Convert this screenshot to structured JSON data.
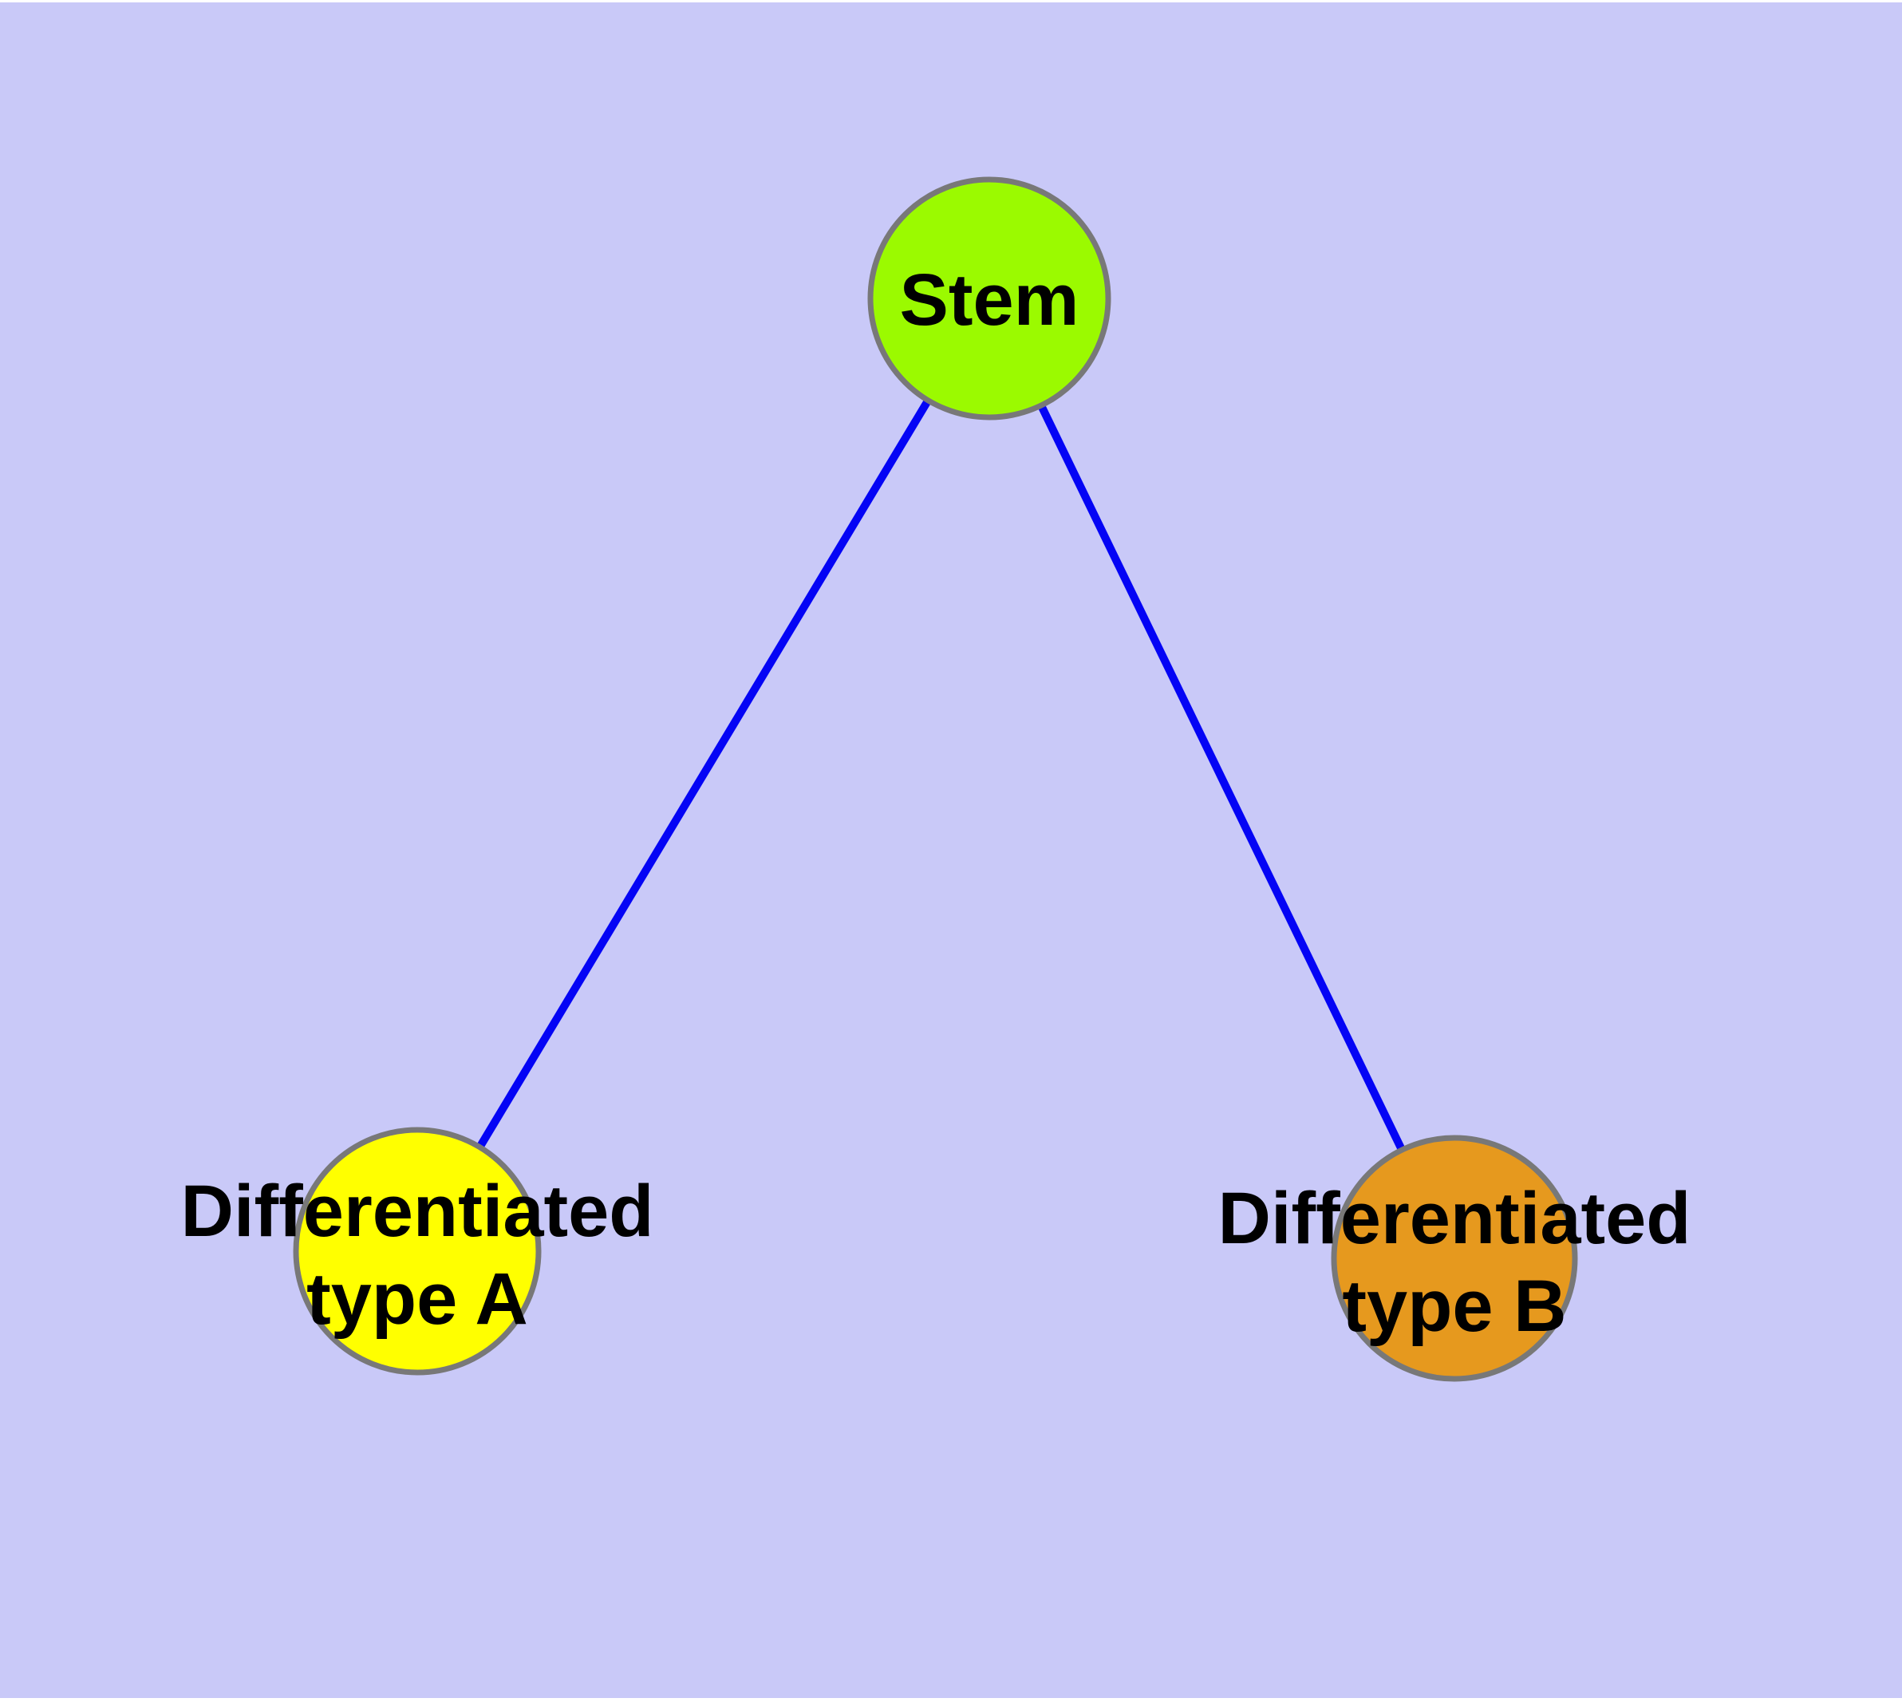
{
  "diagram": {
    "type": "node-link-graph",
    "background_color": "#c9c9f8",
    "page_margin_color": "#ffffff",
    "edge_color": "#0404f5",
    "node_border_color": "#787878",
    "label_color": "#000000",
    "nodes": {
      "stem": {
        "label": "Stem",
        "color": "#9bfa00"
      },
      "type_a": {
        "label_line1": "Differentiated",
        "label_line2": "type A",
        "label_full": "Differentiated type A",
        "color": "#ffff00"
      },
      "type_b": {
        "label_line1": "Differentiated",
        "label_line2": "type B",
        "label_full": "Differentiated type B",
        "color": "#e6991e"
      }
    },
    "edges": [
      {
        "from": "Stem",
        "to": "Differentiated type A"
      },
      {
        "from": "Stem",
        "to": "Differentiated type B"
      }
    ]
  }
}
